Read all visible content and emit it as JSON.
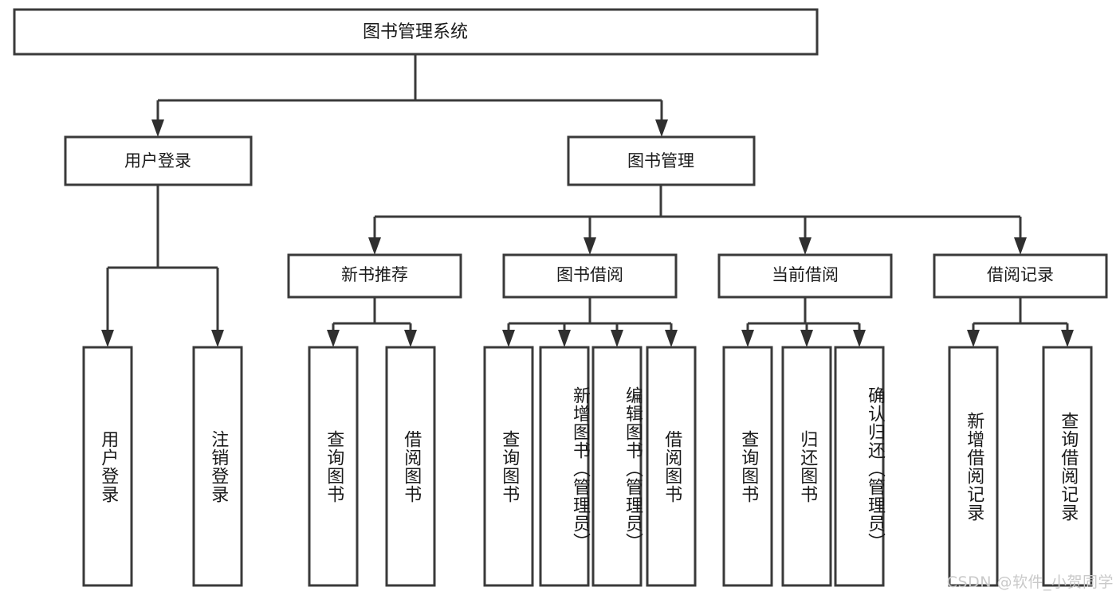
{
  "diagram": {
    "title_node": {
      "label": "图书管理系统"
    },
    "level2": [
      {
        "id": "user-login",
        "label": "用户登录"
      },
      {
        "id": "book-manage",
        "label": "图书管理"
      }
    ],
    "level3": [
      {
        "id": "new-book-recommend",
        "label": "新书推荐"
      },
      {
        "id": "book-borrow",
        "label": "图书借阅"
      },
      {
        "id": "current-borrow",
        "label": "当前借阅"
      },
      {
        "id": "borrow-record",
        "label": "借阅记录"
      }
    ],
    "leaves": {
      "user_login": [
        {
          "id": "leaf-user-login",
          "label": "用户登录"
        },
        {
          "id": "leaf-logout-login",
          "label": "注销登录"
        }
      ],
      "new_book_recommend": [
        {
          "id": "leaf-query-book-1",
          "label": "查询图书"
        },
        {
          "id": "leaf-borrow-book-1",
          "label": "借阅图书"
        }
      ],
      "book_borrow": [
        {
          "id": "leaf-query-book-2",
          "label": "查询图书"
        },
        {
          "id": "leaf-add-book",
          "label": "新增图书（管理员）"
        },
        {
          "id": "leaf-edit-book",
          "label": "编辑图书（管理员）"
        },
        {
          "id": "leaf-borrow-book-2",
          "label": "借阅图书"
        }
      ],
      "current_borrow": [
        {
          "id": "leaf-query-book-3",
          "label": "查询图书"
        },
        {
          "id": "leaf-return-book",
          "label": "归还图书"
        },
        {
          "id": "leaf-confirm-return",
          "label": "确认归还（管理员）"
        }
      ],
      "borrow_record": [
        {
          "id": "leaf-add-record",
          "label": "新增借阅记录"
        },
        {
          "id": "leaf-query-record",
          "label": "查询借阅记录"
        }
      ]
    },
    "watermark": "CSDN @软件_小贺同学",
    "colors": {
      "box_stroke": "#3a3a3a",
      "box_fill": "#ffffff",
      "text": "#1a1a1a",
      "connector": "#3a3a3a",
      "watermark": "#c9c9c9",
      "background": "#ffffff"
    }
  }
}
